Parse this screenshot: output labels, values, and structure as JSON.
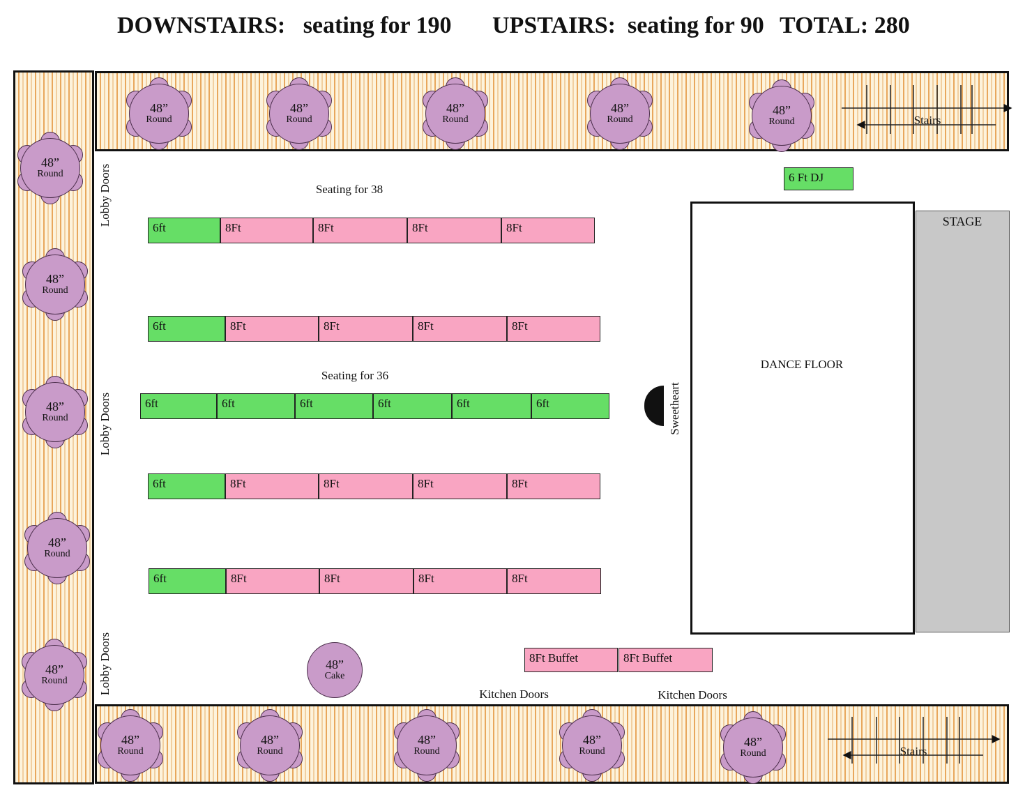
{
  "header": {
    "downstairs": "DOWNSTAIRS:   seating for 190",
    "upstairs": "UPSTAIRS:  seating for 90",
    "total": "TOTAL: 280"
  },
  "round_table": {
    "size": "48”",
    "type": "Round"
  },
  "cake_table": {
    "size": "48”",
    "type": "Cake"
  },
  "stairs_label": "Stairs",
  "rows": [
    [
      "6ft",
      "8Ft",
      "8Ft",
      "8Ft",
      "8Ft"
    ],
    [
      "6ft",
      "8Ft",
      "8Ft",
      "8Ft",
      "8Ft"
    ],
    [
      "6ft",
      "6ft",
      "6ft",
      "6ft",
      "6ft",
      "6ft"
    ],
    [
      "6ft",
      "8Ft",
      "8Ft",
      "8Ft",
      "8Ft"
    ],
    [
      "6ft",
      "8Ft",
      "8Ft",
      "8Ft",
      "8Ft"
    ]
  ],
  "buffets": [
    "8Ft Buffet",
    "8Ft Buffet"
  ],
  "dj": "6 Ft  DJ",
  "dance_floor": "DANCE FLOOR",
  "stage": "STAGE",
  "sweetheart": "Sweetheart",
  "seating_38": "Seating for 38",
  "seating_36": "Seating for 36",
  "lobby_doors": [
    "Lobby Doors",
    "Lobby Doors",
    "Lobby Doors"
  ],
  "kitchen_doors": [
    "Kitchen Doors",
    "Kitchen Doors"
  ],
  "colors": {
    "green": "#66de66",
    "pink": "#f9a5c2",
    "table": "#c99bc9",
    "stage": "#c8c8c8"
  }
}
